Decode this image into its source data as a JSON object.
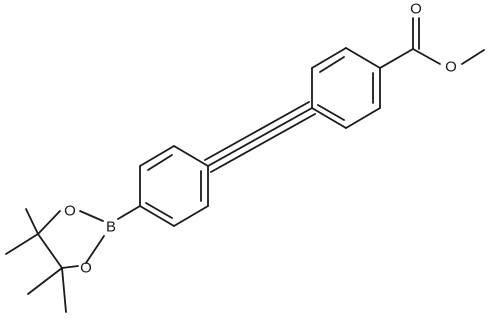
{
  "molecule": {
    "atoms": {
      "boron": "B",
      "ring_oxygen_upper": "O",
      "ring_oxygen_lower": "O",
      "carbonyl_oxygen": "O",
      "ester_oxygen": "O"
    }
  }
}
